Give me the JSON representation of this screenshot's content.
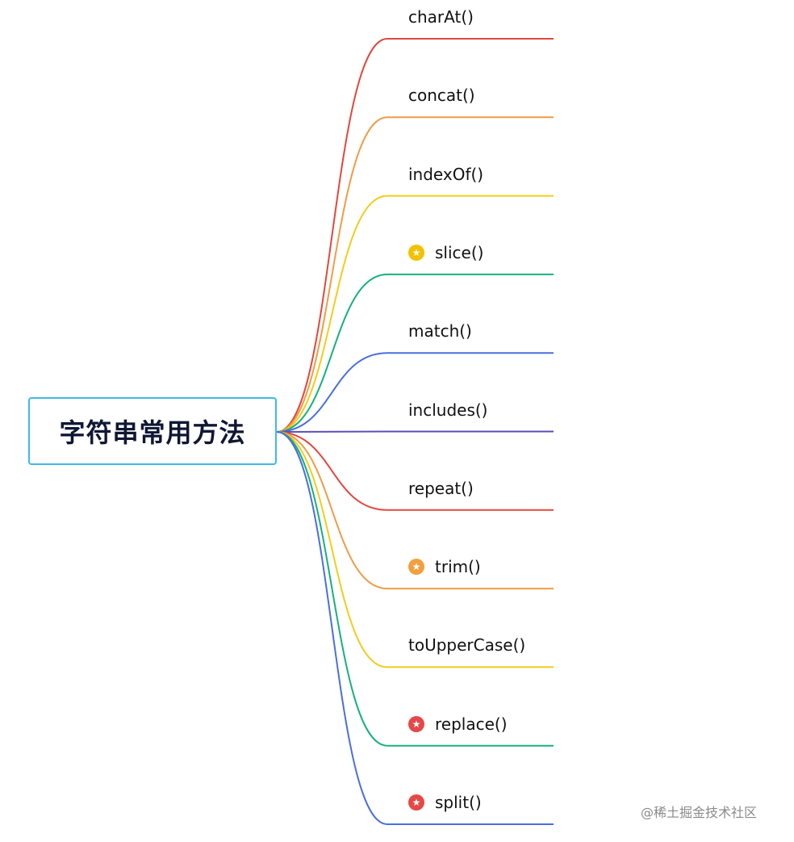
{
  "root": {
    "label": "字符串常用方法",
    "border_color": "#3fb9e8"
  },
  "branches": [
    {
      "label": "charAt()",
      "color": "#e0483e",
      "marker": null
    },
    {
      "label": "concat()",
      "color": "#ef9c48",
      "marker": null
    },
    {
      "label": "indexOf()",
      "color": "#f2cc1a",
      "marker": null
    },
    {
      "label": "slice()",
      "color": "#17b07c",
      "marker": {
        "icon": "star-icon",
        "color": "#f2c200"
      }
    },
    {
      "label": "match()",
      "color": "#4a6fdc",
      "marker": null
    },
    {
      "label": "includes()",
      "color": "#5a4fb6",
      "marker": null
    },
    {
      "label": "repeat()",
      "color": "#e0483e",
      "marker": null
    },
    {
      "label": "trim()",
      "color": "#ef9c48",
      "marker": {
        "icon": "star-icon",
        "color": "#f0a040"
      }
    },
    {
      "label": "toUpperCase()",
      "color": "#f2cc1a",
      "marker": null
    },
    {
      "label": "replace()",
      "color": "#17b07c",
      "marker": {
        "icon": "star-icon",
        "color": "#e54848"
      }
    },
    {
      "label": "split()",
      "color": "#4a6fdc",
      "marker": {
        "icon": "star-icon",
        "color": "#e54848"
      }
    }
  ],
  "watermark": "@稀土掘金技术社区"
}
